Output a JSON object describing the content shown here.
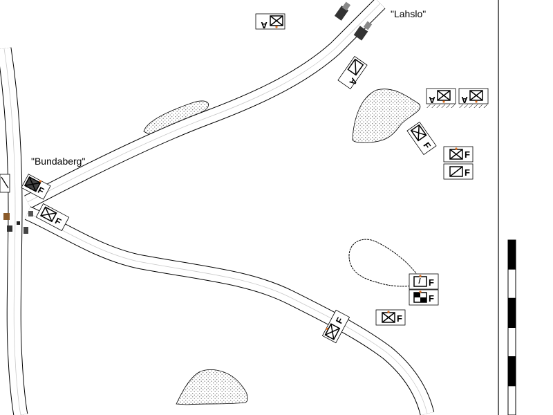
{
  "map": {
    "towns": [
      {
        "id": "bundaberg",
        "label": "\"Bundaberg\""
      },
      {
        "id": "lahslo",
        "label": "\"Lahslo\""
      }
    ],
    "unit_letters": {
      "friendly": "F",
      "enemy": "A"
    },
    "colors": {
      "road_fill": "#ffffff",
      "road_edge": "#000000",
      "road_center": "#c9c9c9",
      "terrain_dot": "#7a7a7a",
      "unit_marker": "#e07020",
      "scale_bar": "#000000"
    },
    "scale_bar": {
      "segments": 6
    }
  }
}
